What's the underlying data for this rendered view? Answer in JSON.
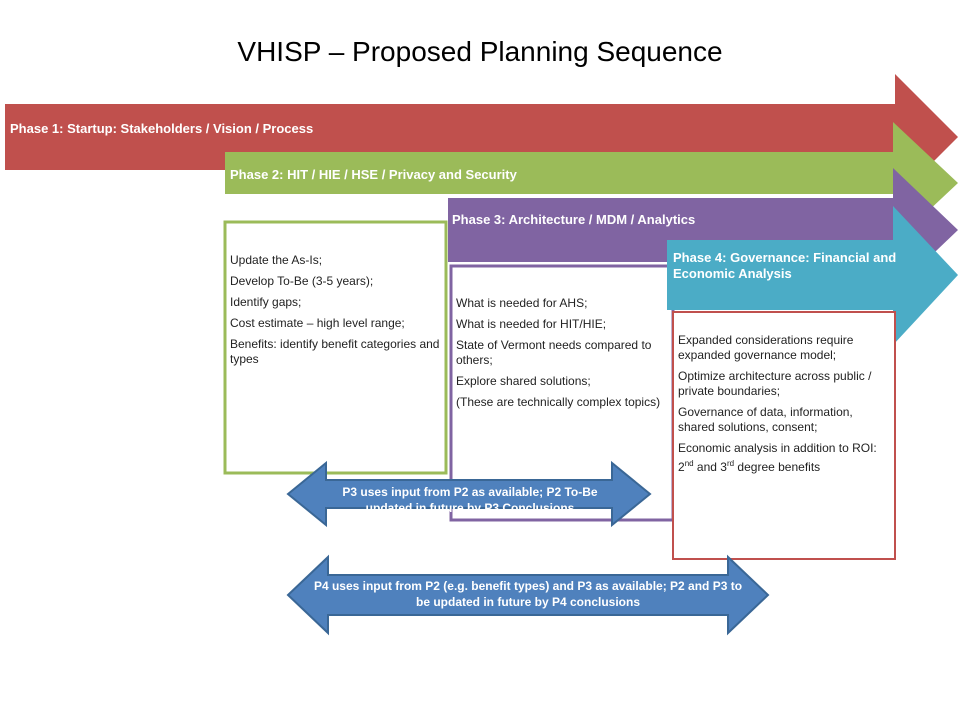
{
  "title": "VHISP – Proposed Planning Sequence",
  "phases": [
    {
      "label": "Phase 1: Startup: Stakeholders / Vision / Process",
      "color": "#c0504d"
    },
    {
      "label": "Phase 2: HIT / HIE / HSE / Privacy and Security",
      "color": "#9bbb59"
    },
    {
      "label": "Phase 3: Architecture / MDM / Analytics",
      "color": "#8064a2"
    },
    {
      "label": "Phase 4:  Governance: Financial and Economic Analysis",
      "color": "#4bacc6"
    }
  ],
  "phase2_items": [
    "Update the As-Is;",
    "Develop To-Be (3-5 years);",
    "Identify gaps;",
    "Cost estimate – high level range;",
    "Benefits: identify benefit categories and types"
  ],
  "phase3_items": [
    "What is needed for AHS;",
    "What is needed for HIT/HIE;",
    "State of Vermont needs compared to others;",
    "Explore shared solutions;",
    "(These are technically complex topics)"
  ],
  "phase4_items": [
    "Expanded considerations require expanded governance model;",
    "Optimize architecture across public / private boundaries;",
    "Governance of data, information, shared solutions, consent;"
  ],
  "phase4_last": {
    "prefix": "Economic analysis in addition to ROI: 2",
    "sup1": "nd",
    "mid": " and 3",
    "sup2": "rd",
    "suffix": " degree benefits"
  },
  "notes": [
    "P3 uses input from P2 as available; P2 To-Be updated in future by P3 Conclusions",
    "P4 uses input from P2 (e.g. benefit types) and P3 as available; P2 and P3 to be updated in future by P4 conclusions"
  ],
  "note_arrow_color": "#4f81bd"
}
